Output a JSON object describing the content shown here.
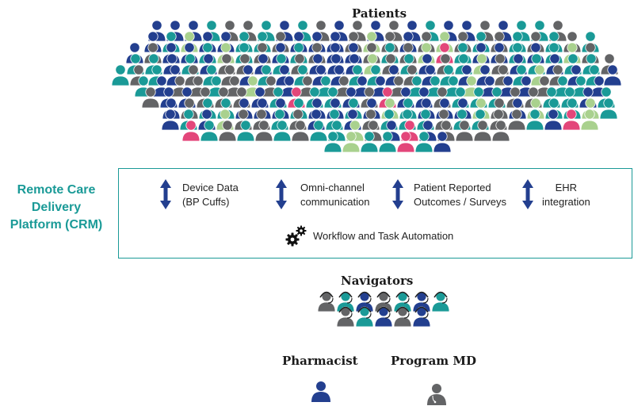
{
  "patients_label": "Patients",
  "platform": {
    "title_lines": [
      "Remote Care",
      "Delivery",
      "Platform (CRM)"
    ],
    "features": [
      {
        "line1": "Device Data",
        "line2": "(BP Cuffs)",
        "icon": "bidirectional-arrow-icon"
      },
      {
        "line1": "Omni-channel",
        "line2": "communication",
        "icon": "bidirectional-arrow-icon"
      },
      {
        "line1": "Patient Reported",
        "line2": "Outcomes / Surveys",
        "icon": "bidirectional-arrow-icon"
      },
      {
        "line1": "EHR",
        "line2": "integration",
        "icon": "bidirectional-arrow-icon"
      }
    ],
    "workflow_label": "Workflow and Task Automation",
    "workflow_icon": "gears-icon"
  },
  "navigators_label": "Navigators",
  "pharmacist_label": "Pharmacist",
  "program_md_label": "Program MD",
  "colors": {
    "teal": "#1a9a97",
    "navy": "#233f8f",
    "gray": "#636466",
    "light_green": "#a9d18e",
    "pink": "#e3467a",
    "arrow": "#233f8f"
  }
}
